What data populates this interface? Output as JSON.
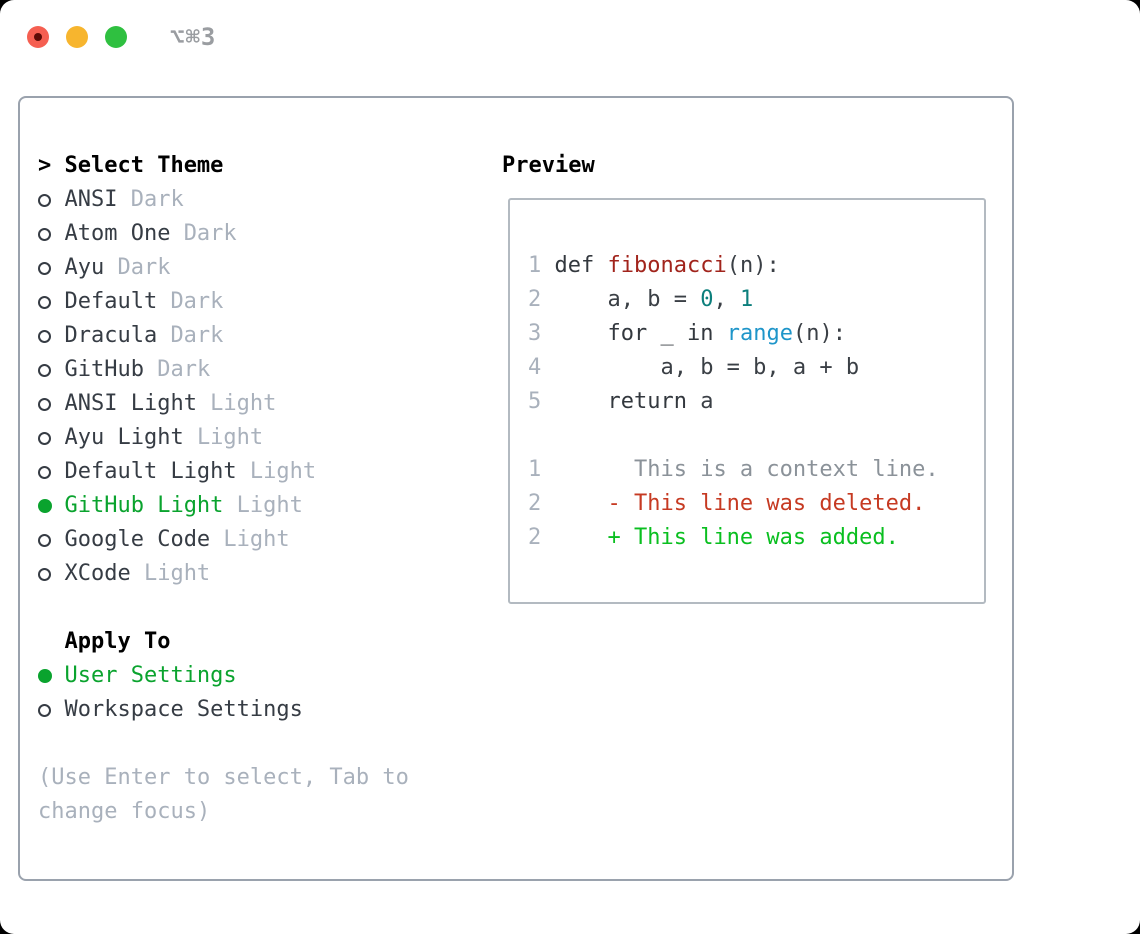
{
  "window": {
    "title": "⌥⌘3"
  },
  "colors": {
    "tl_red": "#f55f51",
    "tl_red_dot": "#5c0b06",
    "tl_yellow": "#f7b52e",
    "tl_green": "#2fc040",
    "titlebar_text": "#9a9da1",
    "panel_border": "#9aa2ad",
    "preview_border": "#b3bac1",
    "header_black": "#000000",
    "text_dark": "#363c44",
    "muted": "#a9b1bc",
    "accent_green": "#0aa32e",
    "linenum": "#a9b1bc",
    "code_plain": "#3a3f45",
    "code_keyword": "#33383e",
    "code_function": "#a1241c",
    "code_builtin": "#1e95c9",
    "code_number": "#0c7f7c",
    "diff_context": "#8b9299",
    "diff_deleted": "#c63a22",
    "diff_added": "#0abf20"
  },
  "theme_picker": {
    "prompt": ">",
    "header": "Select Theme",
    "items": [
      {
        "name": "ANSI",
        "variant": "Dark",
        "selected": false
      },
      {
        "name": "Atom One",
        "variant": "Dark",
        "selected": false
      },
      {
        "name": "Ayu",
        "variant": "Dark",
        "selected": false
      },
      {
        "name": "Default",
        "variant": "Dark",
        "selected": false
      },
      {
        "name": "Dracula",
        "variant": "Dark",
        "selected": false
      },
      {
        "name": "GitHub",
        "variant": "Dark",
        "selected": false
      },
      {
        "name": "ANSI Light",
        "variant": "Light",
        "selected": false
      },
      {
        "name": "Ayu Light",
        "variant": "Light",
        "selected": false
      },
      {
        "name": "Default Light",
        "variant": "Light",
        "selected": false
      },
      {
        "name": "GitHub Light",
        "variant": "Light",
        "selected": true
      },
      {
        "name": "Google Code",
        "variant": "Light",
        "selected": false
      },
      {
        "name": "XCode",
        "variant": "Light",
        "selected": false
      }
    ]
  },
  "apply_to": {
    "header": "Apply To",
    "options": [
      {
        "label": "User Settings",
        "selected": true
      },
      {
        "label": "Workspace Settings",
        "selected": false
      }
    ]
  },
  "hint": {
    "line1": "(Use Enter to select, Tab to",
    "line2": "change focus)"
  },
  "preview": {
    "label": "Preview",
    "lines": [
      {
        "num": "1",
        "tokens": [
          {
            "text": "def ",
            "style": "keyword"
          },
          {
            "text": "fibonacci",
            "style": "function"
          },
          {
            "text": "(n):",
            "style": "plain"
          }
        ]
      },
      {
        "num": "2",
        "tokens": [
          {
            "text": "    a, b = ",
            "style": "plain"
          },
          {
            "text": "0",
            "style": "number"
          },
          {
            "text": ", ",
            "style": "plain"
          },
          {
            "text": "1",
            "style": "number"
          }
        ]
      },
      {
        "num": "3",
        "tokens": [
          {
            "text": "    ",
            "style": "plain"
          },
          {
            "text": "for",
            "style": "keyword"
          },
          {
            "text": " _ ",
            "style": "plain"
          },
          {
            "text": "in",
            "style": "keyword"
          },
          {
            "text": " ",
            "style": "plain"
          },
          {
            "text": "range",
            "style": "builtin"
          },
          {
            "text": "(n):",
            "style": "plain"
          }
        ]
      },
      {
        "num": "4",
        "tokens": [
          {
            "text": "        a, b = b, a + b",
            "style": "plain"
          }
        ]
      },
      {
        "num": "5",
        "tokens": [
          {
            "text": "    ",
            "style": "plain"
          },
          {
            "text": "return",
            "style": "keyword"
          },
          {
            "text": " a",
            "style": "plain"
          }
        ]
      },
      {
        "num": "",
        "tokens": []
      },
      {
        "num": "1",
        "tokens": [
          {
            "text": "      This is a context line.",
            "style": "context"
          }
        ]
      },
      {
        "num": "2",
        "tokens": [
          {
            "text": "    - This line was deleted.",
            "style": "deleted"
          }
        ]
      },
      {
        "num": "2",
        "tokens": [
          {
            "text": "    + This line was added.",
            "style": "added"
          }
        ]
      }
    ]
  }
}
